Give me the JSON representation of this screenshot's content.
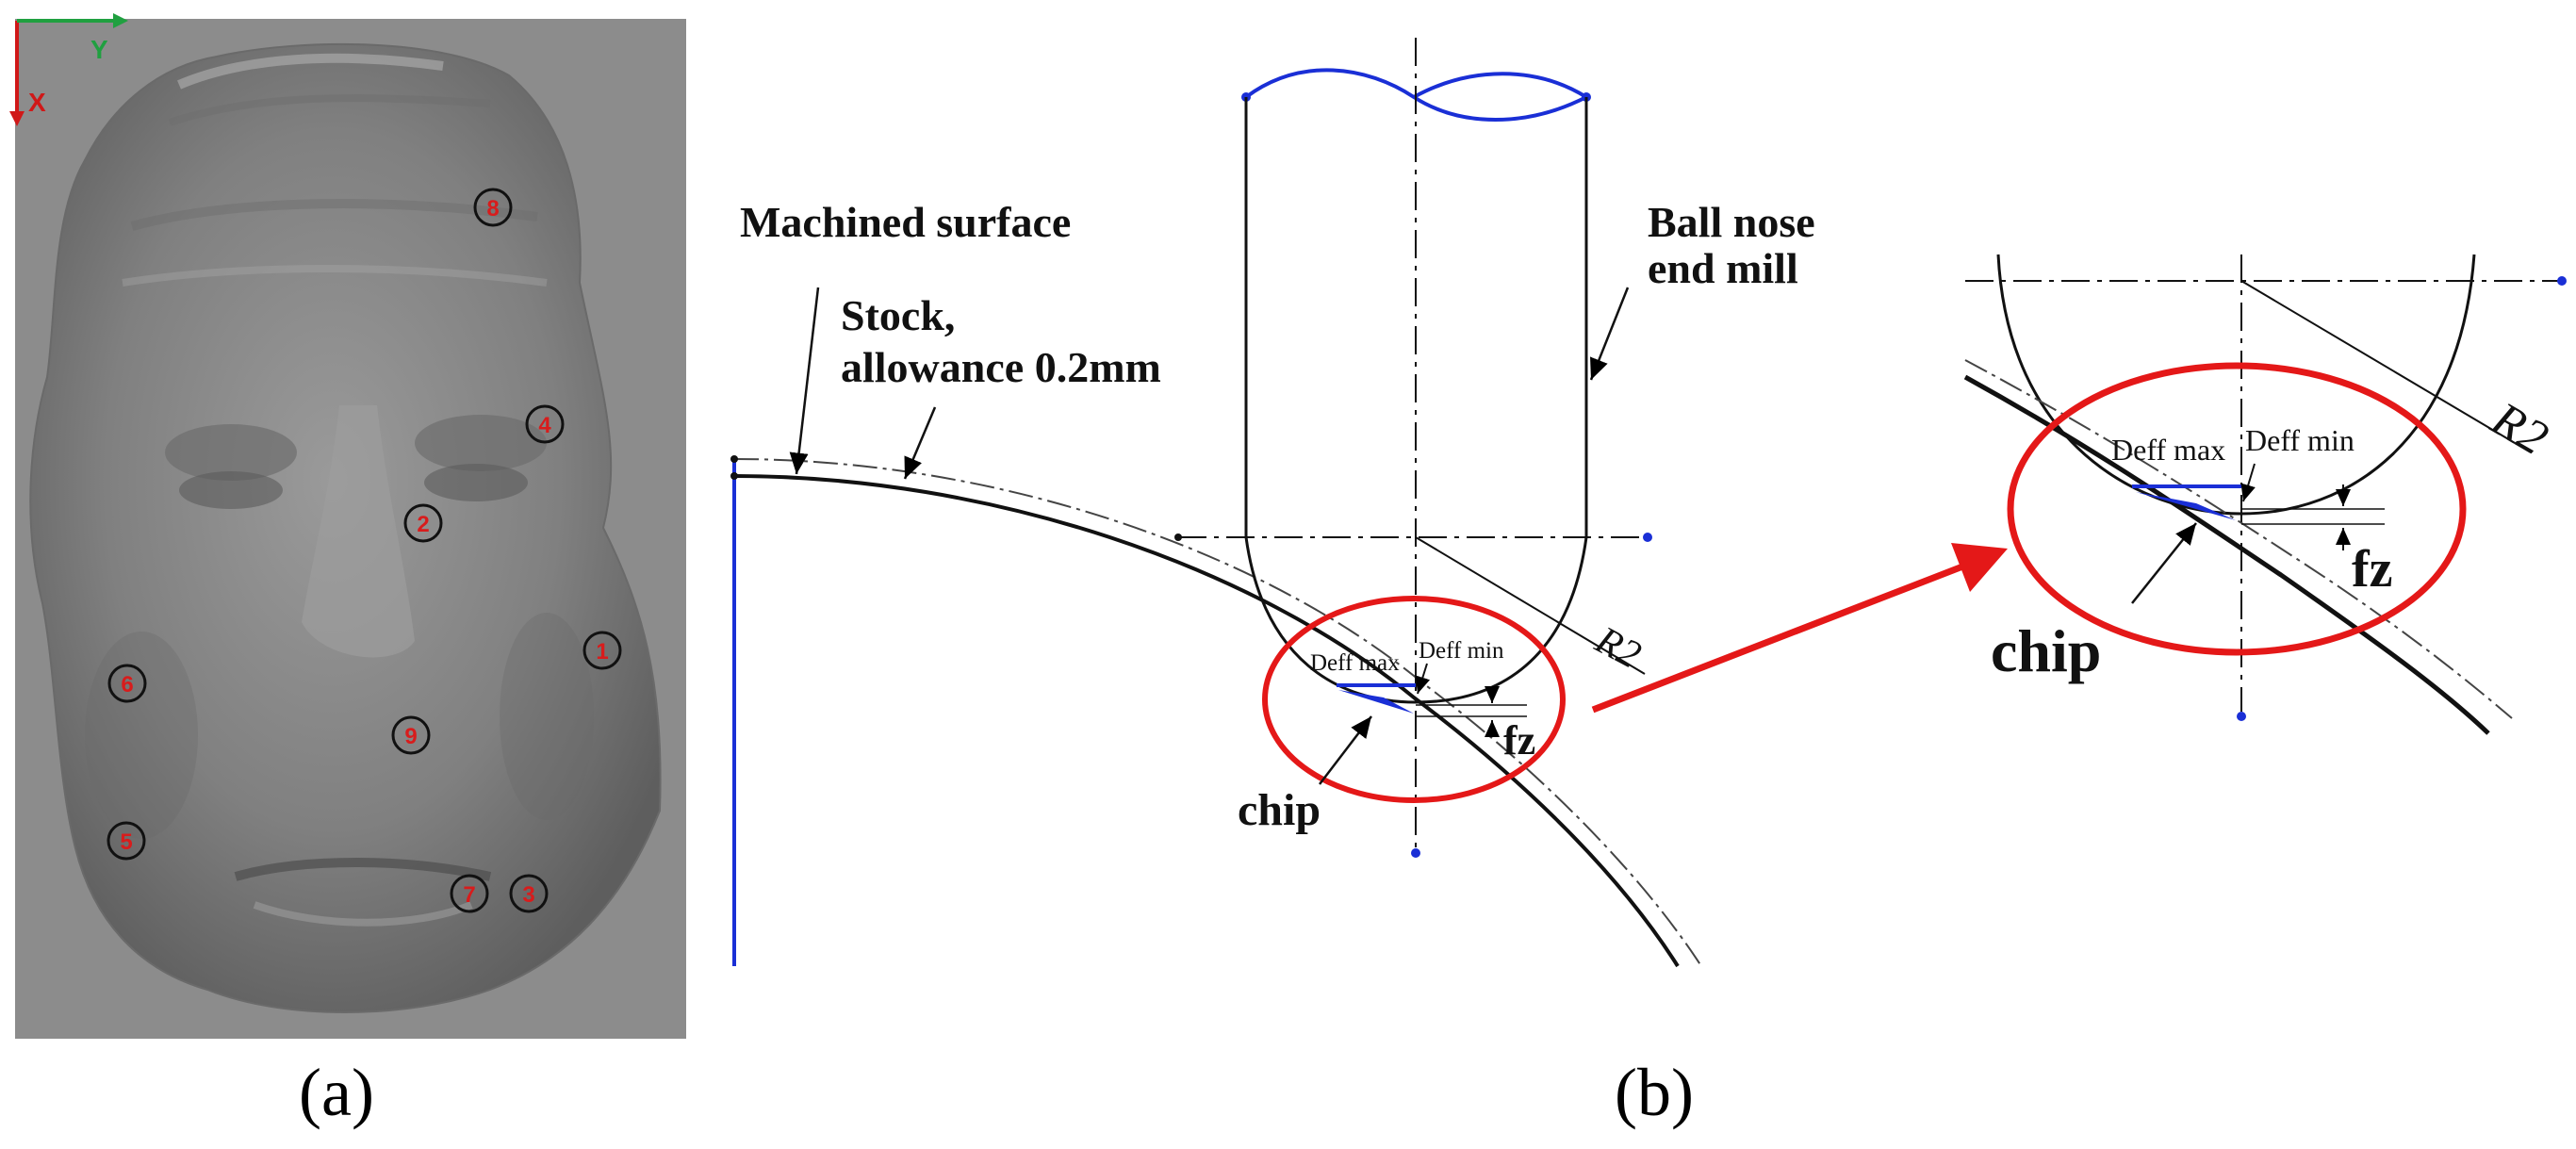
{
  "panel_a": {
    "caption": "(a)",
    "axis_x": "X",
    "axis_y": "Y",
    "axis_x_color": "#d01818",
    "axis_y_color": "#20a040",
    "marker_color": "#d81c1c",
    "markers": [
      {
        "label": "8"
      },
      {
        "label": "4"
      },
      {
        "label": "2"
      },
      {
        "label": "1"
      },
      {
        "label": "6"
      },
      {
        "label": "9"
      },
      {
        "label": "5"
      },
      {
        "label": "7"
      },
      {
        "label": "3"
      }
    ]
  },
  "panel_b": {
    "caption": "(b)",
    "machined_surface": "Machined surface",
    "stock_line1": "Stock,",
    "stock_line2": "allowance 0.2mm",
    "tool_line1": "Ball nose",
    "tool_line2": "end mill",
    "radius": "R2",
    "deff_max": "Deff max",
    "deff_min": "Deff min",
    "fz": "fz",
    "chip": "chip",
    "tool_color": "#1a2fd6",
    "highlight_color": "#e41818"
  },
  "panel_zoom": {
    "radius": "R2",
    "deff_max": "Deff max",
    "deff_min": "Deff min",
    "fz": "fz",
    "chip": "chip"
  }
}
